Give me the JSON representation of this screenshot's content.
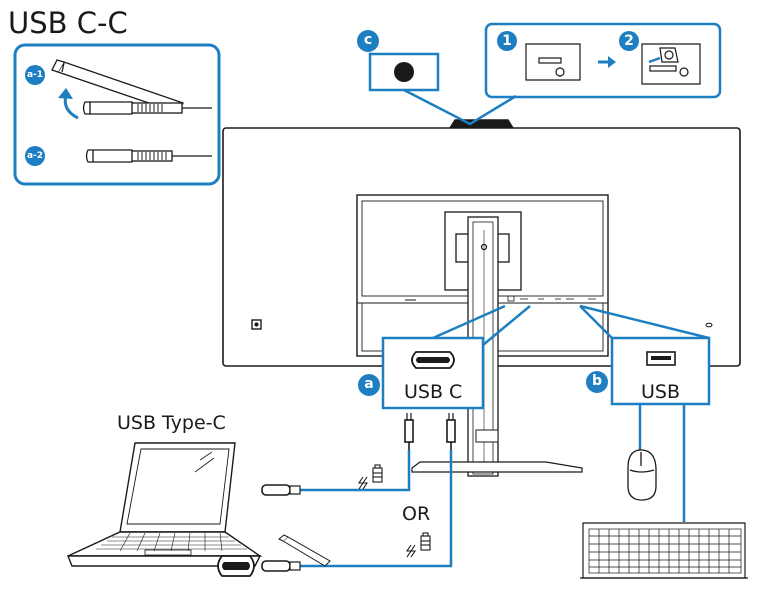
{
  "title": "USB C-C",
  "labels": {
    "laptop": "USB Type-C",
    "port_a": "USB C",
    "port_b": "USB",
    "or": "OR"
  },
  "badges": {
    "a1": "a-1",
    "a2": "a-2",
    "a": "a",
    "b": "b",
    "c": "c",
    "step1": "1",
    "step2": "2"
  },
  "colors": {
    "accent": "#1d7fc1",
    "line": "#1a1a1a"
  }
}
